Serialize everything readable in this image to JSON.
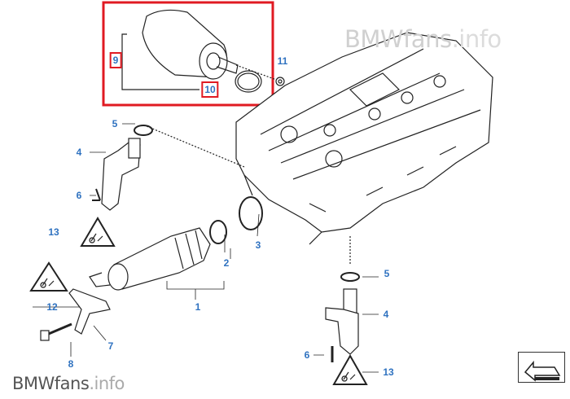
{
  "watermark_top": {
    "brand": "BMWfans",
    "suffix": ".info"
  },
  "watermark_bottom": {
    "brand": "BMWfans",
    "suffix": ".info"
  },
  "callouts": {
    "c9": "9",
    "c10": "10",
    "c11": "11",
    "c5a": "5",
    "c4a": "4",
    "c6a": "6",
    "c13a": "13",
    "c3": "3",
    "c2": "2",
    "c1": "1",
    "c12": "12",
    "c7": "7",
    "c8": "8",
    "c5b": "5",
    "c4b": "4",
    "c6b": "6",
    "c13b": "13"
  },
  "colors": {
    "highlight": "#e01a22",
    "callout": "#2f72c0"
  },
  "nav_icon": "return-arrow-icon"
}
